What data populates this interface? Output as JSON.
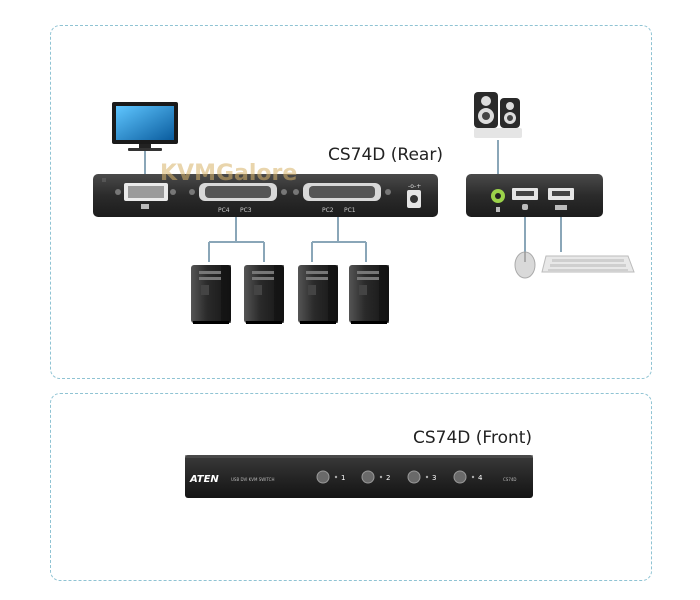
{
  "rear": {
    "title": "CS74D (Rear)",
    "watermark": "KVMGalore",
    "port_labels": [
      "PC4",
      "PC3",
      "PC2",
      "PC1"
    ],
    "devices": [
      "monitor-icon",
      "speakers-icon",
      "mouse-icon",
      "keyboard-icon",
      "computer-icon"
    ]
  },
  "front": {
    "title": "CS74D (Front)",
    "brand": "ATEN",
    "model_text": "USB DVI KVM SWITCH",
    "model_code": "CS74D",
    "port_numbers": [
      "1",
      "2",
      "3",
      "4"
    ]
  },
  "colors": {
    "panel_border": "#8fc3d3",
    "device_body": "#2e2e2e",
    "connector_line": "#8aa6b8"
  }
}
